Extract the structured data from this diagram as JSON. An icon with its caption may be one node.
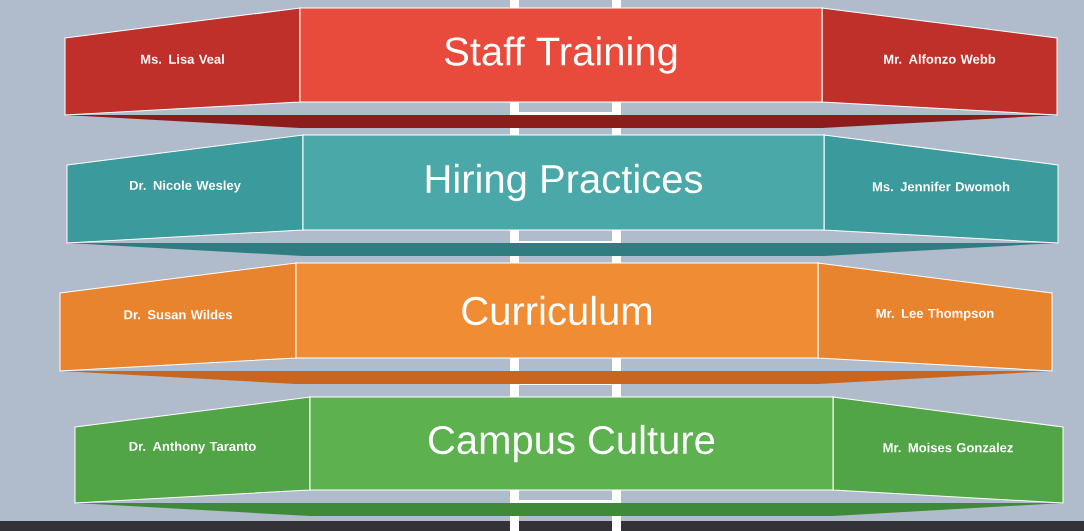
{
  "diagram": {
    "nodes": [
      {
        "text": [
          "Ms. Lisa Veal"
        ]
      },
      {
        "text": [
          "Staff Training"
        ]
      },
      {
        "text": [
          "Mr. Alfonzo Webb"
        ]
      },
      {
        "text": [
          "Dr. Nicole Wesley"
        ]
      },
      {
        "text": [
          "Hiring Practices"
        ]
      },
      {
        "text": [
          "Ms. Jennifer Dwomoh"
        ]
      },
      {
        "text": [
          "Dr. Susan Wildes"
        ]
      },
      {
        "text": [
          "Curriculum"
        ]
      },
      {
        "text": [
          "Mr. Lee Thompson"
        ]
      },
      {
        "text": [
          "Dr. Anthony Taranto"
        ]
      },
      {
        "text": [
          "Campus Culture"
        ]
      },
      {
        "text": [
          "Mr. Moises Gonzalez"
        ]
      }
    ]
  }
}
